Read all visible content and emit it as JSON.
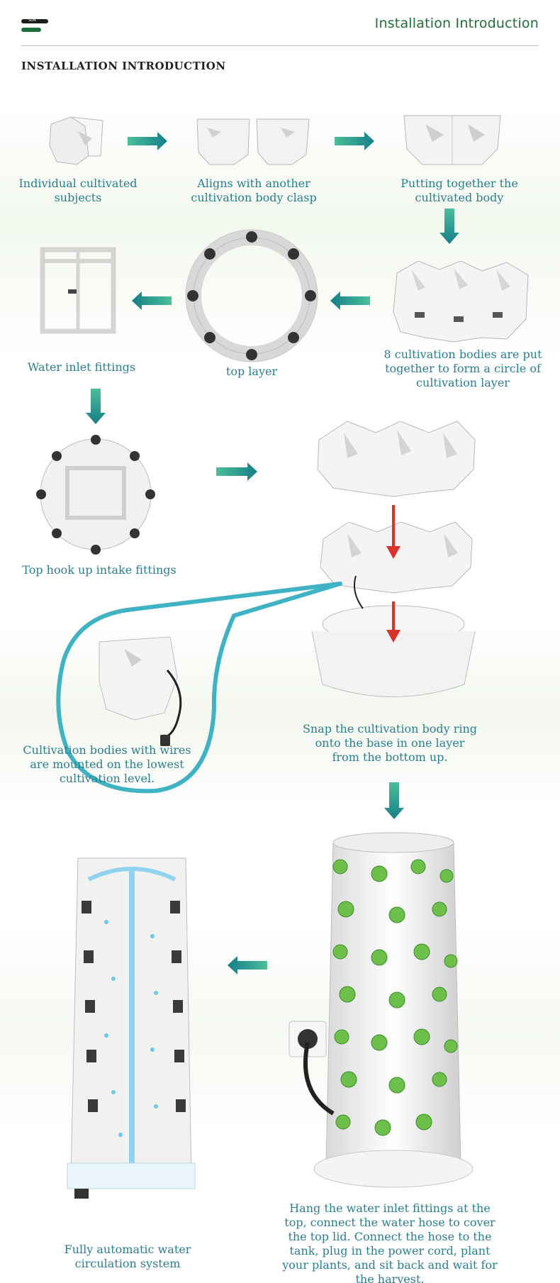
{
  "header": {
    "brand_tiny": "SUN",
    "title": "Installation Introduction",
    "section_heading": "INSTALLATION INTRODUCTION"
  },
  "colors": {
    "caption": "#2a7f8f",
    "brand_green": "#1f6f3a",
    "arrow_teal": "#2a9d8f",
    "callout": "#3fb3c4",
    "red_arrow": "#d9322b"
  },
  "steps": {
    "individual": "Individual cultivated subjects",
    "aligns": "Aligns with another cultivation body clasp",
    "putting": "Putting together the cultivated body",
    "eight": "8 cultivation bodies are put together to form a circle of cultivation layer",
    "top_layer": "top layer",
    "water_inlet": "Water inlet fittings",
    "top_hook": "Top hook up intake fittings",
    "snap": "Snap the cultivation body ring onto the base in one layer from the bottom up.",
    "wires": "Cultivation bodies with wires are mounted on the lowest cultivation level.",
    "hang": "Hang the water inlet fittings at the top, connect the water hose to cover the top lid. Connect the hose to the tank, plug in the power cord, plant your plants, and sit back and wait for the harvest.",
    "fully": "Fully automatic water circulation system"
  }
}
